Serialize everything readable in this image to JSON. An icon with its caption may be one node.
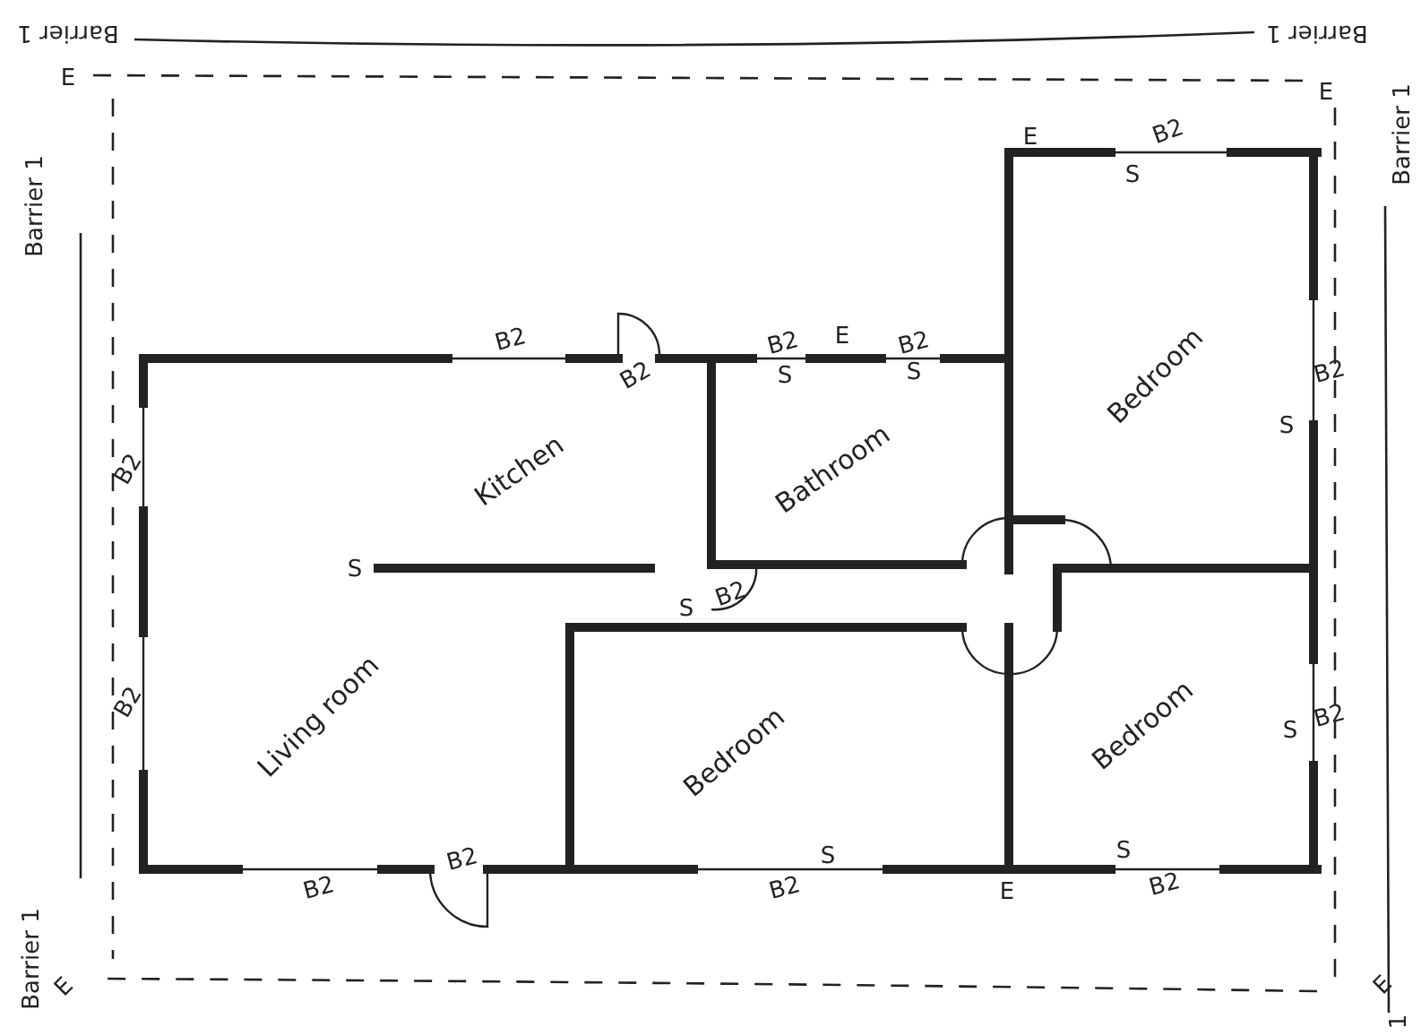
{
  "diagram": {
    "labels": [
      "Barrier 1",
      "Barrier 1",
      "E",
      "E",
      "Barrier 1",
      "Barrier 1",
      "E",
      "B2",
      "S",
      "B2",
      "B2",
      "B2",
      "S",
      "E",
      "B2",
      "S",
      "Kitchen",
      "Bathroom",
      "Bedroom",
      "B2",
      "S",
      "S",
      "S",
      "B2",
      "B2",
      "B2",
      "Living room",
      "Bedroom",
      "Bedroom",
      "S",
      "B2",
      "B2",
      "B2",
      "B2",
      "S",
      "E",
      "S",
      "B2",
      "Barrier 1",
      "E",
      "E",
      "1"
    ]
  }
}
